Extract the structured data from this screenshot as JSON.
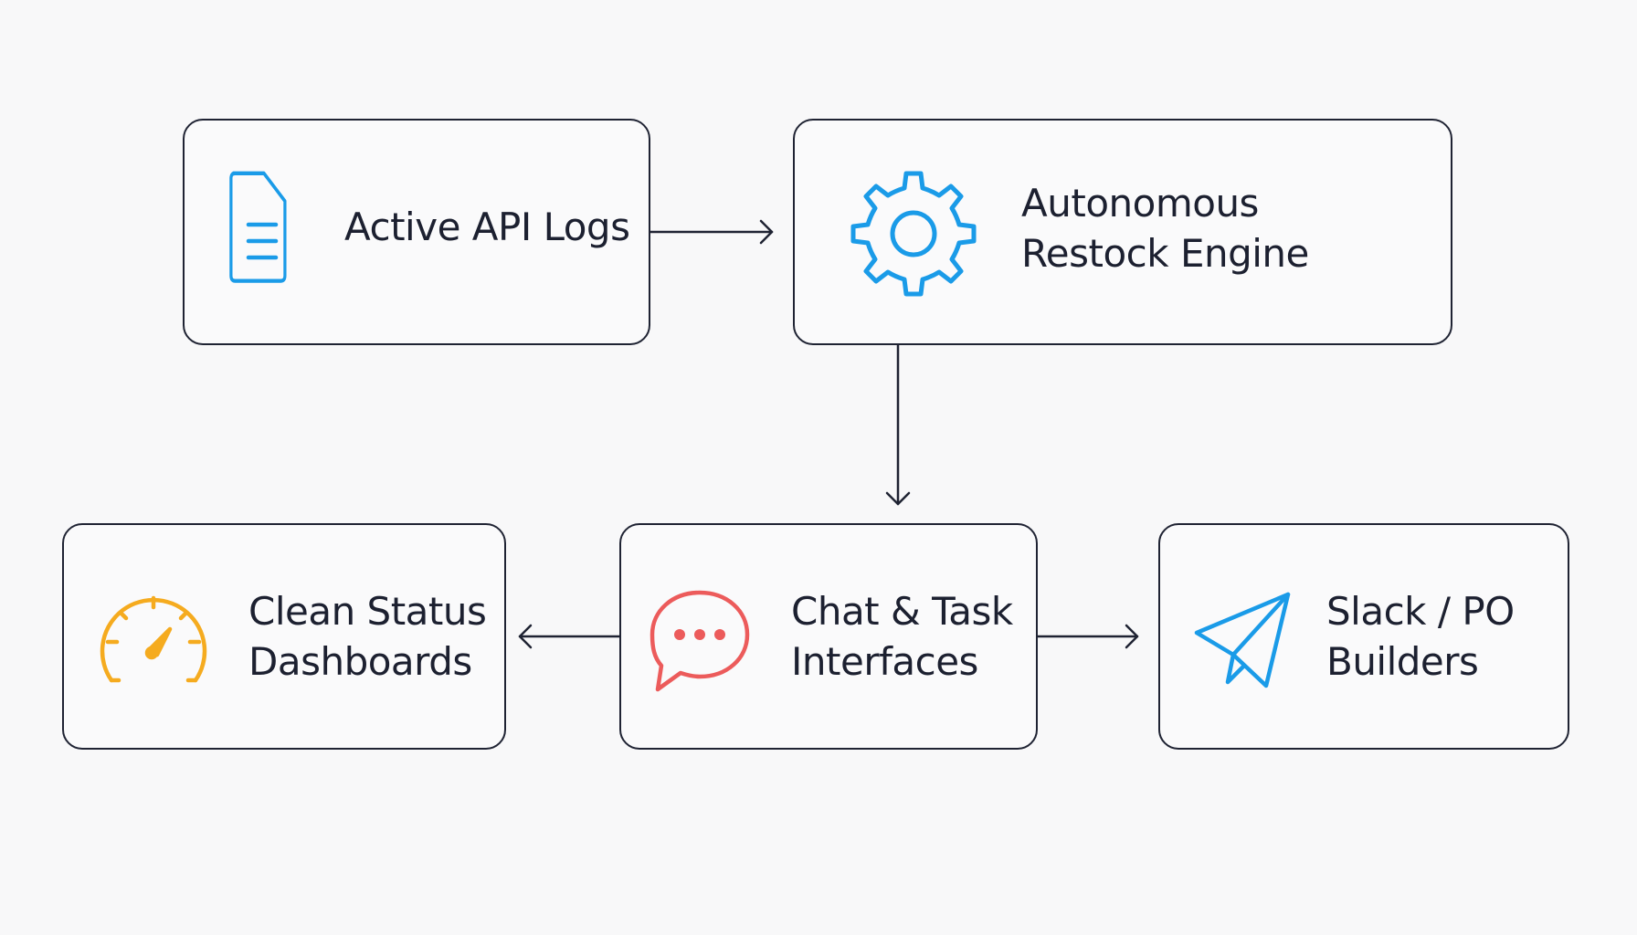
{
  "nodes": {
    "api_logs": {
      "lines": [
        "Active API Logs"
      ],
      "icon": "document-icon",
      "icon_color": "#1a9be8"
    },
    "restock_engine": {
      "lines": [
        "Autonomous",
        "Restock Engine"
      ],
      "icon": "gear-icon",
      "icon_color": "#1a9be8"
    },
    "status_dashboards": {
      "lines": [
        "Clean Status",
        "Dashboards"
      ],
      "icon": "gauge-icon",
      "icon_color": "#f5ab1f"
    },
    "chat_interfaces": {
      "lines": [
        "Chat & Task",
        "Interfaces"
      ],
      "icon": "chat-bubble-icon",
      "icon_color": "#ec5b5b"
    },
    "slack_po": {
      "lines": [
        "Slack / PO",
        "Builders"
      ],
      "icon": "paper-plane-icon",
      "icon_color": "#1a9be8"
    }
  },
  "edges": [
    {
      "from": "api_logs",
      "to": "restock_engine"
    },
    {
      "from": "restock_engine",
      "to": "chat_interfaces"
    },
    {
      "from": "chat_interfaces",
      "to": "status_dashboards"
    },
    {
      "from": "chat_interfaces",
      "to": "slack_po"
    }
  ],
  "colors": {
    "background": "#f8f8f9",
    "stroke": "#1f2333",
    "text": "#1c2030"
  }
}
